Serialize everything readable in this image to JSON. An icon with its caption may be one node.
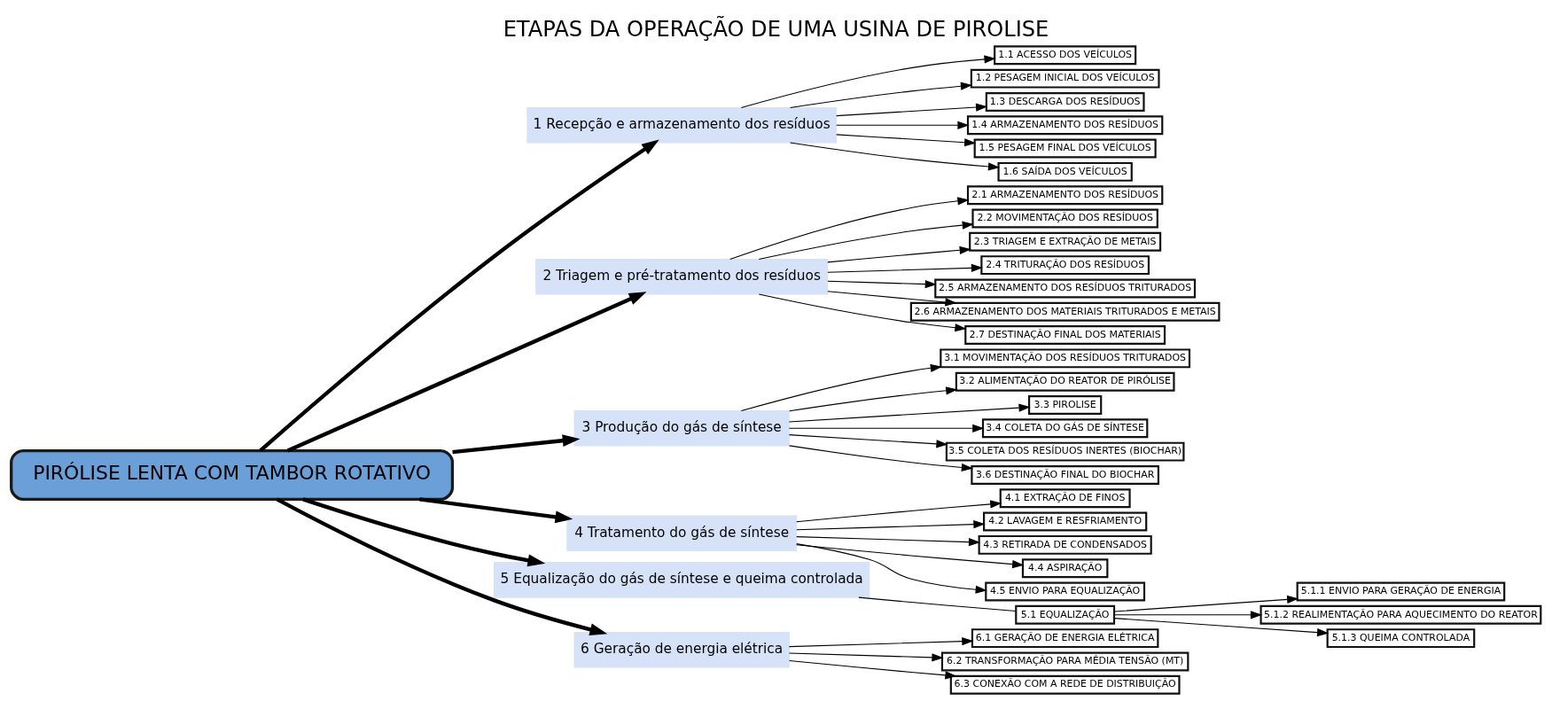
{
  "diagram": {
    "title": "ETAPAS DA OPERAÇÃO DE UMA USINA DE PIROLISE",
    "nodes": [
      {
        "text": [
          "PIRÓLISE LENTA COM TAMBOR ROTATIVO"
        ]
      },
      {
        "text": [
          "1 Recepção e armazenamento dos resíduos"
        ]
      },
      {
        "text": [
          "1.1 ACESSO DOS VEÍCULOS"
        ]
      },
      {
        "text": [
          "1.2 PESAGEM INICIAL DOS VEÍCULOS"
        ]
      },
      {
        "text": [
          "1.3 DESCARGA DOS RESÍDUOS"
        ]
      },
      {
        "text": [
          "1.4 ARMAZENAMENTO DOS RESÍDUOS"
        ]
      },
      {
        "text": [
          "1.5 PESAGEM FINAL DOS VEÍCULOS"
        ]
      },
      {
        "text": [
          "1.6 SAÍDA DOS VEÍCULOS"
        ]
      },
      {
        "text": [
          "2 Triagem e pré-tratamento dos resíduos"
        ]
      },
      {
        "text": [
          "2.1 ARMAZENAMENTO DOS RESÍDUOS"
        ]
      },
      {
        "text": [
          "2.2 MOVIMENTAÇÃO DOS RESÍDUOS"
        ]
      },
      {
        "text": [
          "2.3 TRIAGEM E EXTRAÇÃO DE METAIS"
        ]
      },
      {
        "text": [
          "2.4 TRITURAÇÃO DOS RESÍDUOS"
        ]
      },
      {
        "text": [
          "2.5 ARMAZENAMENTO DOS RESÍDUOS TRITURADOS"
        ]
      },
      {
        "text": [
          "2.6 ARMAZENAMENTO DOS MATERIAIS TRITURADOS E METAIS"
        ]
      },
      {
        "text": [
          "2.7 DESTINAÇÃO FINAL DOS MATERIAIS"
        ]
      },
      {
        "text": [
          "3 Produção do gás de síntese"
        ]
      },
      {
        "text": [
          "3.1 MOVIMENTAÇÃO DOS RESÍDUOS TRITURADOS"
        ]
      },
      {
        "text": [
          "3.2 ALIMENTAÇÃO DO REATOR DE PIRÓLISE"
        ]
      },
      {
        "text": [
          "3.3 PIROLISE"
        ]
      },
      {
        "text": [
          "3.4 COLETA DO GÁS DE SÍNTESE"
        ]
      },
      {
        "text": [
          "3.5 COLETA DOS RESÍDUOS INERTES (BIOCHAR)"
        ]
      },
      {
        "text": [
          "3.6 DESTINAÇÃO FINAL DO BIOCHAR"
        ]
      },
      {
        "text": [
          "4 Tratamento do gás de síntese"
        ]
      },
      {
        "text": [
          "4.1 EXTRAÇÃO DE FINOS"
        ]
      },
      {
        "text": [
          "4.2 LAVAGEM E RESFRIAMENTO"
        ]
      },
      {
        "text": [
          "4.3 RETIRADA DE CONDENSADOS"
        ]
      },
      {
        "text": [
          "4.4 ASPIRAÇÃO"
        ]
      },
      {
        "text": [
          "4.5 ENVIO PARA EQUALIZAÇÃO"
        ]
      },
      {
        "text": [
          "5 Equalização do gás de síntese e queima controlada"
        ]
      },
      {
        "text": [
          "5.1 EQUALIZAÇÃO"
        ]
      },
      {
        "text": [
          "5.1.1 ENVIO PARA GERAÇÃO DE ENERGIA"
        ]
      },
      {
        "text": [
          "5.1.2 REALIMENTAÇÃO PARA AQUECIMENTO DO REATOR"
        ]
      },
      {
        "text": [
          "5.1.3 QUEIMA CONTROLADA"
        ]
      },
      {
        "text": [
          "6 Geração de energia elétrica"
        ]
      },
      {
        "text": [
          "6.1 GERAÇÃO DE ENERGIA ELÉTRICA"
        ]
      },
      {
        "text": [
          "6.2 TRANSFORMAÇÃO PARA MÉDIA TENSÃO (MT)"
        ]
      },
      {
        "text": [
          "6.3 CONEXÃO COM A REDE DE DISTRIBUIÇÃO"
        ]
      }
    ],
    "edges": [
      {
        "from": 0,
        "to": 1,
        "arrow": "to",
        "style": "thick"
      },
      {
        "from": 1,
        "to": 2,
        "arrow": "to"
      },
      {
        "from": 1,
        "to": 3,
        "arrow": "to"
      },
      {
        "from": 1,
        "to": 4,
        "arrow": "to"
      },
      {
        "from": 1,
        "to": 5,
        "arrow": "to"
      },
      {
        "from": 1,
        "to": 6,
        "arrow": "to"
      },
      {
        "from": 1,
        "to": 7,
        "arrow": "to"
      },
      {
        "from": 0,
        "to": 8,
        "arrow": "to",
        "style": "thick"
      },
      {
        "from": 8,
        "to": 9,
        "arrow": "to"
      },
      {
        "from": 8,
        "to": 10,
        "arrow": "to"
      },
      {
        "from": 8,
        "to": 11,
        "arrow": "to"
      },
      {
        "from": 8,
        "to": 12,
        "arrow": "to"
      },
      {
        "from": 8,
        "to": 13,
        "arrow": "to"
      },
      {
        "from": 8,
        "to": 14,
        "arrow": "to"
      },
      {
        "from": 8,
        "to": 15,
        "arrow": "to"
      },
      {
        "from": 0,
        "to": 16,
        "arrow": "to",
        "style": "thick"
      },
      {
        "from": 16,
        "to": 17,
        "arrow": "to"
      },
      {
        "from": 16,
        "to": 18,
        "arrow": "to"
      },
      {
        "from": 16,
        "to": 19,
        "arrow": "to"
      },
      {
        "from": 16,
        "to": 20,
        "arrow": "to"
      },
      {
        "from": 16,
        "to": 21,
        "arrow": "to"
      },
      {
        "from": 16,
        "to": 22,
        "arrow": "to"
      },
      {
        "from": 0,
        "to": 23,
        "arrow": "to",
        "style": "thick"
      },
      {
        "from": 23,
        "to": 24,
        "arrow": "to"
      },
      {
        "from": 23,
        "to": 25,
        "arrow": "to"
      },
      {
        "from": 23,
        "to": 26,
        "arrow": "to"
      },
      {
        "from": 23,
        "to": 27,
        "arrow": "to"
      },
      {
        "from": 23,
        "to": 28,
        "arrow": "to"
      },
      {
        "from": 0,
        "to": 29,
        "arrow": "to",
        "style": "thick"
      },
      {
        "from": 29,
        "to": 30,
        "arrow": "none"
      },
      {
        "from": 30,
        "to": 31,
        "arrow": "to"
      },
      {
        "from": 30,
        "to": 32,
        "arrow": "to"
      },
      {
        "from": 30,
        "to": 33,
        "arrow": "to"
      },
      {
        "from": 0,
        "to": 34,
        "arrow": "to",
        "style": "thick"
      },
      {
        "from": 34,
        "to": 35,
        "arrow": "to"
      },
      {
        "from": 34,
        "to": 36,
        "arrow": "to"
      },
      {
        "from": 34,
        "to": 37,
        "arrow": "to"
      }
    ]
  }
}
